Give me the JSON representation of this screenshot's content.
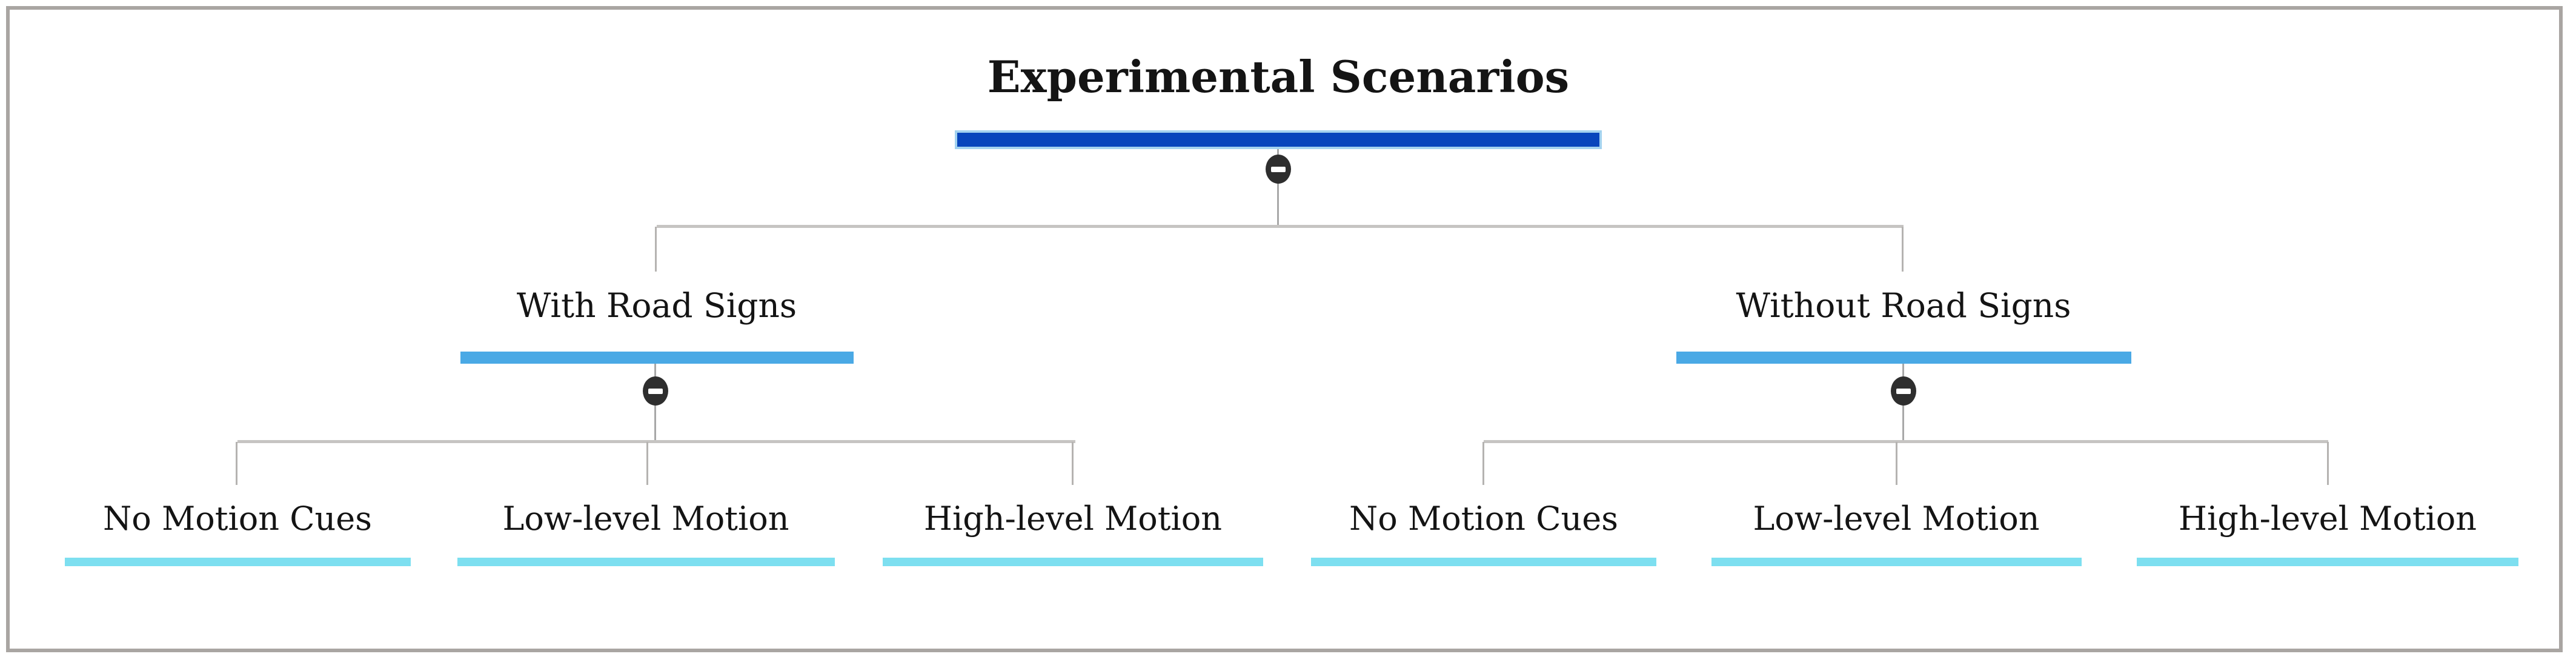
{
  "diagram": {
    "title": "Experimental Scenarios",
    "branches": [
      {
        "label": "With Road Signs",
        "children": [
          "No Motion Cues",
          "Low-level Motion",
          "High-level Motion"
        ]
      },
      {
        "label": "Without Road Signs",
        "children": [
          "No Motion Cues",
          "Low-level Motion",
          "High-level Motion"
        ]
      }
    ],
    "collapse_icon": "minus-in-circle"
  },
  "colors": {
    "frame_border": "#a9a5a2",
    "root_bar": "#0845bc",
    "root_halo": "#a3d2ef",
    "branch_bar": "#4aa9e5",
    "leaf_bar": "#7ddff0",
    "circle_fill": "#2e2e2e",
    "connector_v": "#a8a8a8",
    "connector_h": "#c6c4c2",
    "connector_drop": "#b5b3b1"
  }
}
